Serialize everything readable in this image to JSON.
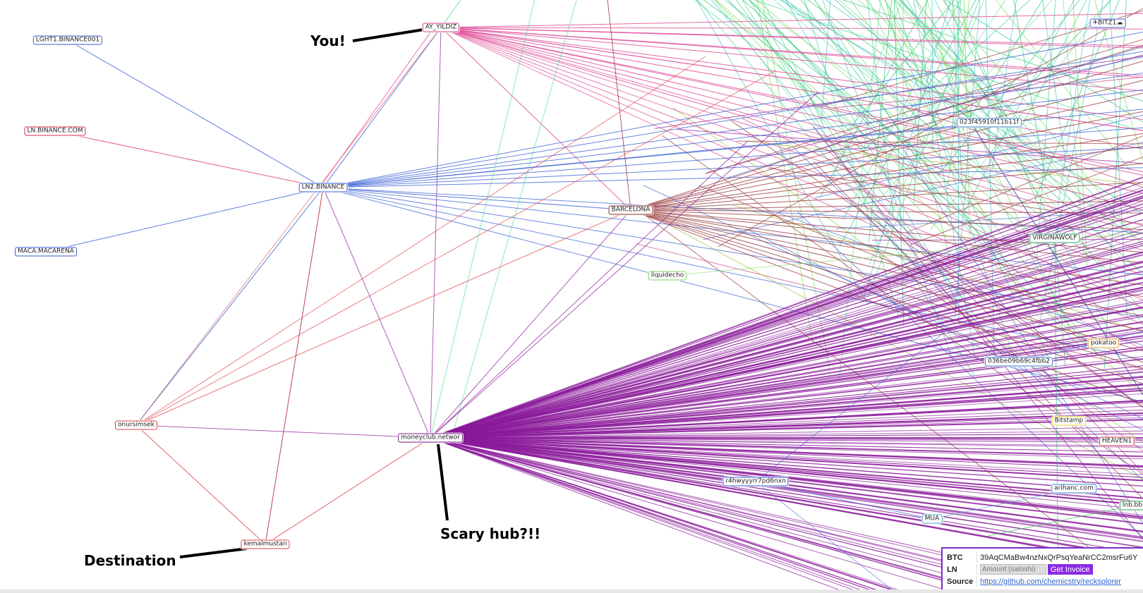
{
  "nodes": [
    {
      "id": "ay",
      "label": "AY_YILDIZ",
      "color": "#d2408e"
    },
    {
      "id": "lght1",
      "label": "LGHT1.BINANCE001",
      "color": "#3a5bd0"
    },
    {
      "id": "lnb",
      "label": "LN.BINANCE.COM",
      "color": "#d0304a"
    },
    {
      "id": "ln2",
      "label": "LN2.BINANCE",
      "color": "#3a5bd0"
    },
    {
      "id": "maca",
      "label": "MACA.MACARENA",
      "color": "#3a5bd0"
    },
    {
      "id": "barca",
      "label": "BARCELONA",
      "color": "#8e2a2a"
    },
    {
      "id": "liq",
      "label": "liquidecho",
      "color": "#7ed36a"
    },
    {
      "id": "virg",
      "label": "VIRGINAWOLF",
      "color": "#2aa070"
    },
    {
      "id": "id023",
      "label": "023f45910f11b11f",
      "color": "#3a7fd0"
    },
    {
      "id": "bitz",
      "label": "✈BITZ1☁",
      "color": "#3a5bd0"
    },
    {
      "id": "pok",
      "label": "pokatoo",
      "color": "#e8a030"
    },
    {
      "id": "id036",
      "label": "036be09b69c4fbb2",
      "color": "#3a7fd0"
    },
    {
      "id": "bits",
      "label": "Bitstamp",
      "color": "#e8d030"
    },
    {
      "id": "heaven",
      "label": "HEAVEN1",
      "color": "#d0304a"
    },
    {
      "id": "onur",
      "label": "onursimsek",
      "color": "#e04040"
    },
    {
      "id": "money",
      "label": "moneyclub.networ",
      "color": "#7a1a8a"
    },
    {
      "id": "r4h",
      "label": "r4hwyyyrr7pd6nxn",
      "color": "#3a5bd0"
    },
    {
      "id": "arih",
      "label": "arihanc.com",
      "color": "#3a7fd0"
    },
    {
      "id": "mua",
      "label": "MUA",
      "color": "#4aa0c0"
    },
    {
      "id": "lnbb",
      "label": "lnb.bb",
      "color": "#2aa050"
    },
    {
      "id": "kemal",
      "label": "kemalmustan",
      "color": "#e04040"
    }
  ],
  "annotations": {
    "you": "You!",
    "hub": "Scary hub?!!",
    "destination": "Destination"
  },
  "info": {
    "btc_label": "BTC",
    "btc_address": "39AqCMaBw4nzNxQrPsqYeaNrCC2msrFu6Y",
    "ln_label": "LN",
    "amount_placeholder": "Amount (satoshi)",
    "invoice_button": "Get Invoice",
    "source_label": "Source",
    "source_link": "https://github.com/chemicstry/recksplorer"
  },
  "colors": {
    "blue_edge": "#4a6fd8",
    "pink_edge": "#e0509a",
    "red_edge": "#e05050",
    "purple_edge": "#8a1a9a",
    "green_edge": "#40d890",
    "brown_edge": "#9a3a3a"
  }
}
